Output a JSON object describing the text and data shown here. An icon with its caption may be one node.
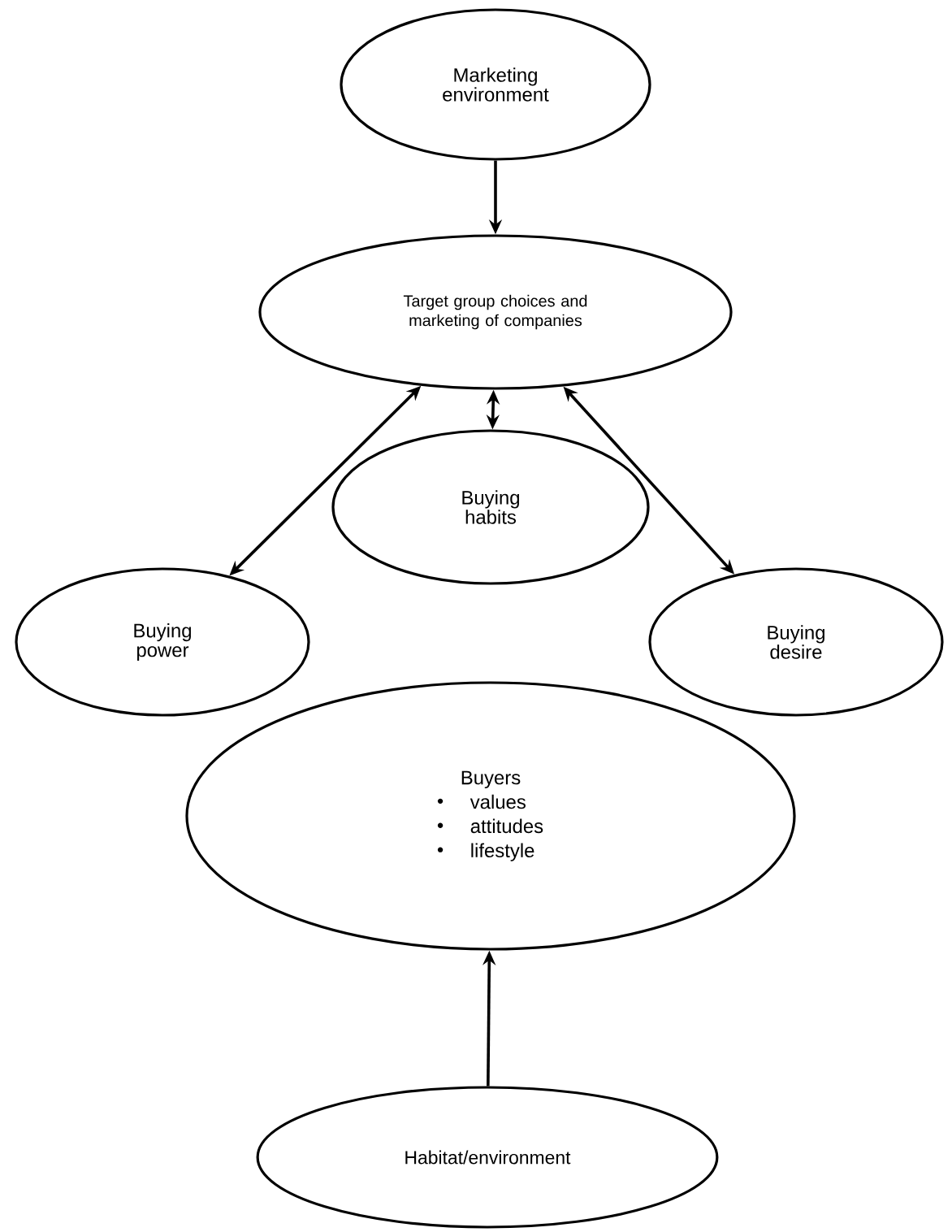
{
  "diagram": {
    "nodes": [
      {
        "text": [
          "Marketing environment"
        ]
      },
      {
        "text": [
          "Target group choices and marketing of companies"
        ]
      },
      {
        "text": [
          "Buying habits"
        ]
      },
      {
        "text": [
          "Buying power"
        ]
      },
      {
        "text": [
          "Buying desire"
        ]
      },
      {
        "text": [
          "Buyers",
          "values",
          "attitudes",
          "lifestyle"
        ]
      },
      {
        "text": [
          "Habitat/environment"
        ]
      }
    ],
    "edges": [
      {
        "from": 0,
        "to": 1,
        "arrow": "to"
      },
      {
        "from": 1,
        "to": 3,
        "arrow": "both"
      },
      {
        "from": 1,
        "to": 2,
        "arrow": "both"
      },
      {
        "from": 1,
        "to": 4,
        "arrow": "both"
      },
      {
        "from": 6,
        "to": 5,
        "arrow": "to"
      }
    ]
  }
}
